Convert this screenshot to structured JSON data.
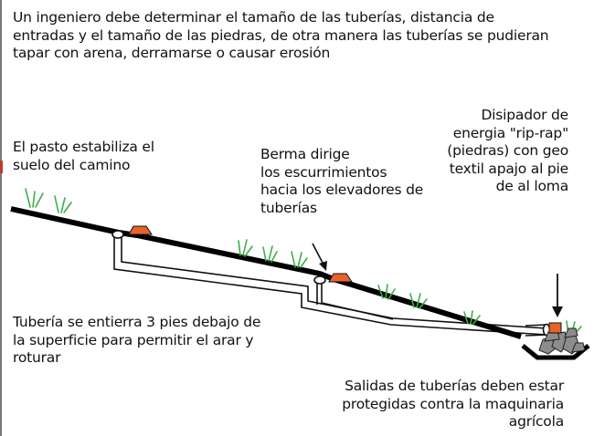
{
  "texts": {
    "intro": "Un ingeniero debe determinar el tamaño de las tuberías, distancia de\nentradas y el tamaño de las piedras, de otra manera las tuberías se pudieran\ntapar con arena, derramarse o causar erosión",
    "pasto": "El pasto estabiliza el\nsuelo del camino",
    "berma": "Berma dirige\nlos escurrimientos\nhacia los elevadores de\ntuberías",
    "disipador": "Disipador de\nenergia \"rip-rap\"\n(piedras) con geo\ntextil apajo al pie\nde al loma",
    "tuberia_profundidad": "Tubería se entierra 3 pies debajo de\nla superficie para permitir el arar y\nroturar",
    "salidas": "Salidas de tuberías deben estar\nprotegidas contra la maquinaria\nagrícola"
  },
  "colors": {
    "ground": "#000000",
    "inlet": "#e8622c",
    "grass": "#3fae49",
    "rock": "#8c8c8c",
    "pipe": "#111111"
  },
  "icons": [
    "grass-tuft-icon",
    "orange-inlet-icon",
    "down-arrow-icon",
    "rip-rap-rock-icon"
  ]
}
